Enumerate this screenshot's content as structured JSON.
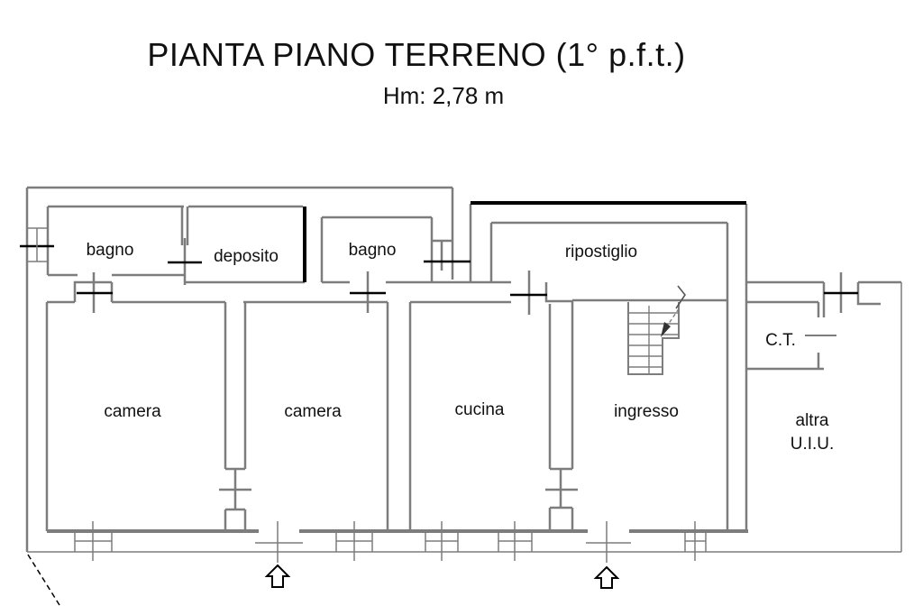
{
  "page": {
    "title": "PIANTA PIANO TERRENO (1° p.f.t.)",
    "subtitle": "Hm: 2,78 m"
  },
  "plan": {
    "rooms": [
      {
        "id": "bagno-1",
        "label": "bagno"
      },
      {
        "id": "deposito",
        "label": "deposito"
      },
      {
        "id": "bagno-2",
        "label": "bagno"
      },
      {
        "id": "ripostiglio",
        "label": "ripostiglio"
      },
      {
        "id": "camera-1",
        "label": "camera"
      },
      {
        "id": "camera-2",
        "label": "camera"
      },
      {
        "id": "cucina",
        "label": "cucina"
      },
      {
        "id": "ingresso",
        "label": "ingresso"
      },
      {
        "id": "ct",
        "label": "C.T."
      },
      {
        "id": "altra-uiu",
        "label_line1": "altra",
        "label_line2": "U.I.U."
      }
    ],
    "colors": {
      "wall_gray": "#7d7d7d",
      "wall_black": "#000000",
      "text": "#111111",
      "background": "#ffffff"
    }
  }
}
